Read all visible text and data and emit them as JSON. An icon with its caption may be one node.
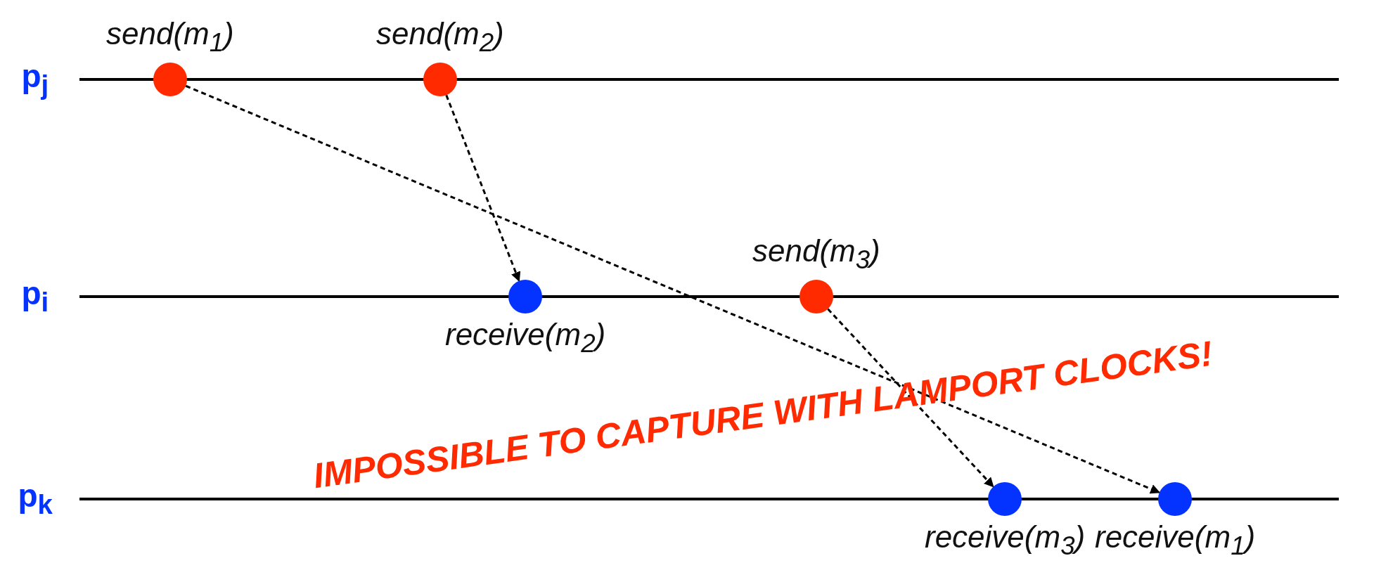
{
  "diagram": {
    "nodes": [
      {
        "text": [],
        "shape": "circle",
        "beside": [
          "send(m$_{1}$)"
        ]
      },
      {
        "text": [],
        "shape": "circle",
        "beside": [
          "send(m$_{2}$)"
        ]
      },
      {
        "text": [],
        "shape": "circle",
        "beside": [
          "receive(m$_{2}$)"
        ]
      },
      {
        "text": [],
        "shape": "circle",
        "beside": [
          "send(m$_{3}$)"
        ]
      },
      {
        "text": [],
        "shape": "circle",
        "beside": [
          "receive(m$_{3}$)"
        ]
      },
      {
        "text": [],
        "shape": "circle",
        "beside": [
          "receive(m$_{1}$)"
        ]
      }
    ],
    "edges": [
      {
        "from": 0,
        "to": 5,
        "arrow": "to",
        "style": "dashed"
      },
      {
        "from": 1,
        "to": 2,
        "arrow": "to",
        "style": "dashed"
      },
      {
        "from": 3,
        "to": 4,
        "arrow": "to",
        "style": "dashed"
      }
    ],
    "labels": [
      "p$_{j}$",
      "p$_{i}$",
      "p$_{k}$",
      "IMPOSSIBLE TO CAPTURE WITH LAMPORT CLOCKS!"
    ]
  }
}
